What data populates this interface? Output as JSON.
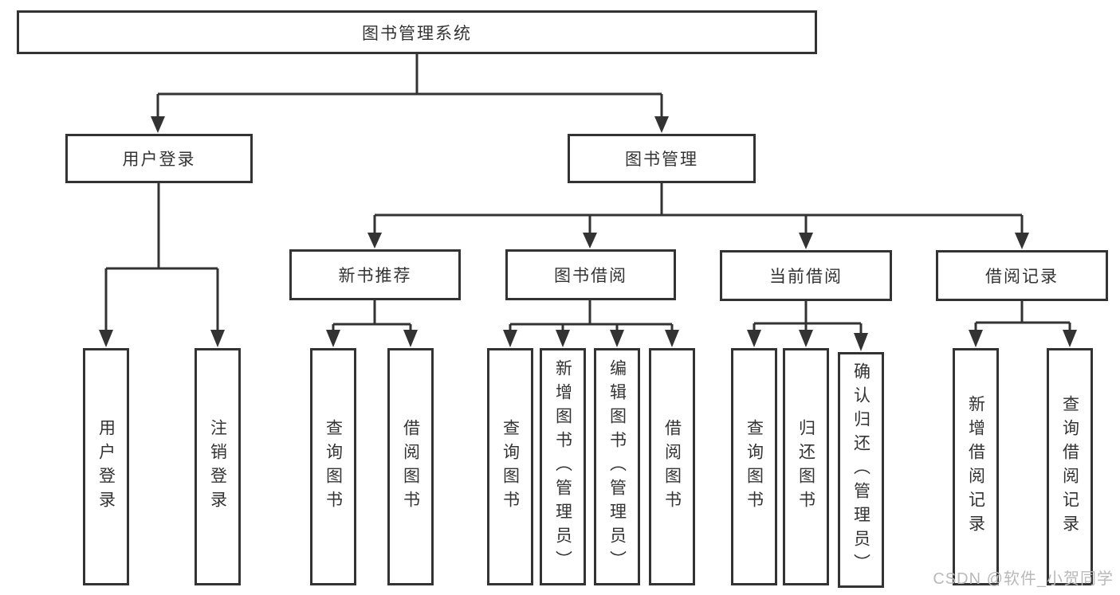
{
  "tree": {
    "root": "图书管理系统",
    "branches": [
      {
        "label": "用户登录",
        "children": [
          "用户登录",
          "注销登录"
        ]
      },
      {
        "label": "图书管理",
        "groups": [
          {
            "label": "新书推荐",
            "children": [
              "查询图书",
              "借阅图书"
            ]
          },
          {
            "label": "图书借阅",
            "children": [
              "查询图书",
              "新增图书（管理员）",
              "编辑图书（管理员）",
              "借阅图书"
            ]
          },
          {
            "label": "当前借阅",
            "children": [
              "查询图书",
              "归还图书",
              "确认归还（管理员）"
            ]
          },
          {
            "label": "借阅记录",
            "children": [
              "新增借阅记录",
              "查询借阅记录"
            ]
          }
        ]
      }
    ]
  },
  "watermark": {
    "text": "CSDN @软件_小贺同学"
  },
  "colors": {
    "line": "#333333",
    "text": "#333333",
    "watermark": "#b9b9b9",
    "background": "#ffffff"
  }
}
